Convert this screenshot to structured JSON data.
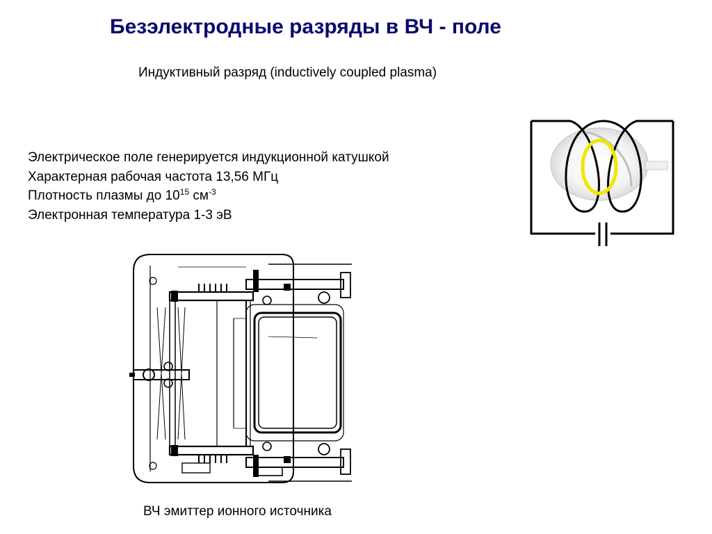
{
  "title": "Безэлектродные разряды в ВЧ - поле",
  "subtitle": "Индуктивный разряд (inductively coupled plasma)",
  "properties": {
    "line1": "Электрическое поле генерируется индукционной катушкой",
    "line2": "Характерная рабочая частота 13,56 МГц",
    "line3_prefix": "Плотность плазмы до 10",
    "line3_exp1": "15",
    "line3_mid": " см",
    "line3_exp2": "-3",
    "line4": "Электронная температура 1-3 эВ"
  },
  "caption": "ВЧ эмиттер ионного источника",
  "colors": {
    "title": "#0a0a6e",
    "plasma_ring": "#f2e600",
    "drawing_lines": "#000000"
  }
}
